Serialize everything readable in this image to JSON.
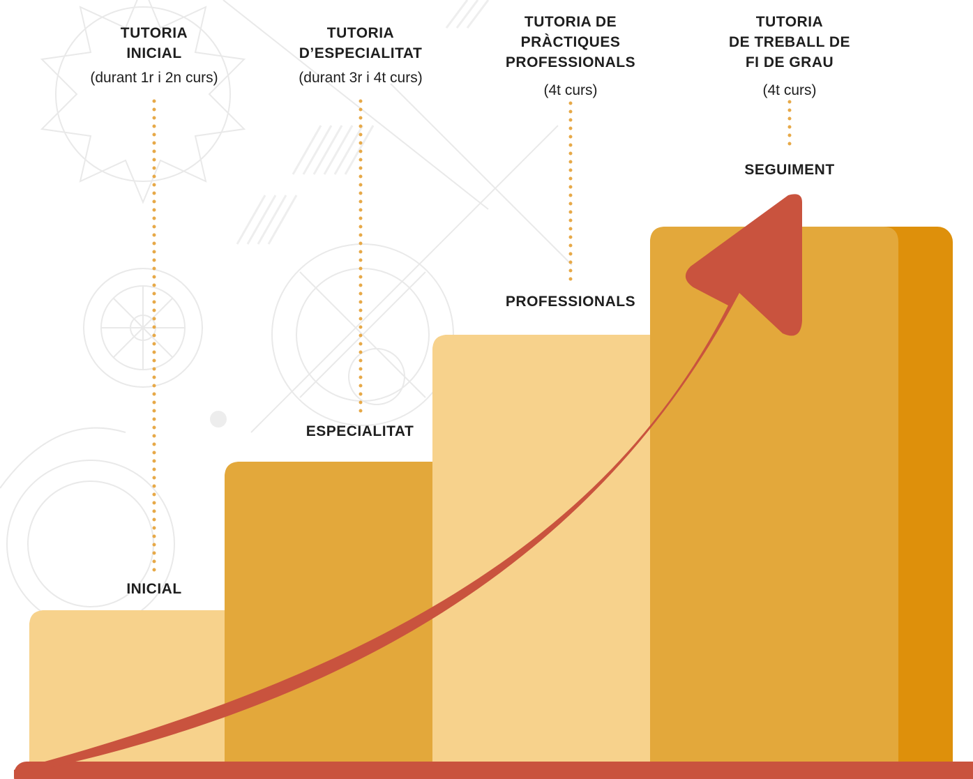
{
  "columns": [
    {
      "title": "TUTORIA\nINICIAL",
      "subtitle": "(durant 1r i 2n curs)",
      "level": "INICIAL"
    },
    {
      "title": "TUTORIA\nD’ESPECIALITAT",
      "subtitle": "(durant 3r i 4t curs)",
      "level": "ESPECIALITAT"
    },
    {
      "title": "TUTORIA DE\nPRÀCTIQUES\nPROFESSIONALS",
      "subtitle": "(4t curs)",
      "level": "PROFESSIONALS"
    },
    {
      "title": "TUTORIA\nDE TREBALL DE\nFI DE GRAU",
      "subtitle": "(4t curs)",
      "level": "SEGUIMENT"
    }
  ],
  "colors": {
    "step_light": "#f7d28c",
    "step_light_shade": "#f5c066",
    "step_dark": "#e3a83b",
    "step_dark_shade": "#de900b",
    "arrow": "#c9533e",
    "dots": "#e7a948",
    "background_lines": "#e9e9e9"
  }
}
